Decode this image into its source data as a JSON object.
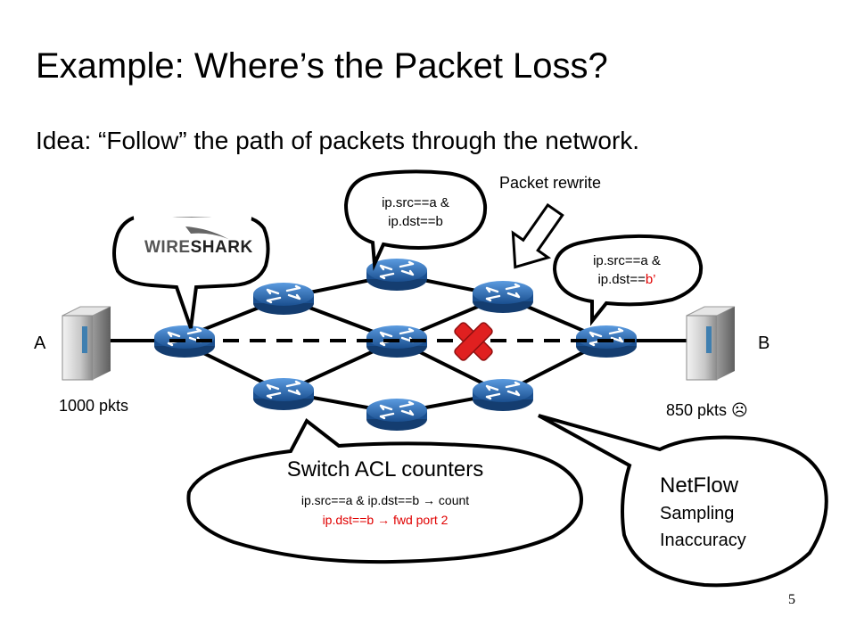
{
  "title": "Example: Where’s the Packet Loss?",
  "subtitle": "Idea: “Follow” the path of packets through the network.",
  "page_number": "5",
  "hosts": {
    "a": {
      "label": "A",
      "count": "1000 pkts"
    },
    "b": {
      "label": "B",
      "count": "850 pkts ☹"
    }
  },
  "wireshark": {
    "text_a": "WIRE",
    "text_b": "SHARK"
  },
  "top_bubble": {
    "line1": "ip.src==a &",
    "line2": "ip.dst==b"
  },
  "rewrite": {
    "label": "Packet rewrite",
    "line1": "ip.src==a &",
    "line2_prefix": "ip.dst==",
    "line2_highlight": "b’"
  },
  "acl": {
    "title": "Switch ACL counters",
    "rule1_prefix": "ip.src==a & ip.dst==b ",
    "rule1_arrow": "→",
    "rule1_suffix": " count",
    "rule2_prefix": "ip.dst==b ",
    "rule2_arrow": "→",
    "rule2_suffix": " fwd port 2"
  },
  "netflow": {
    "title": "NetFlow",
    "line1": "Sampling",
    "line2": "Inaccuracy"
  },
  "colors": {
    "router": "#1f5fa8",
    "router_light": "#4a8fd4",
    "highlight_red": "#e00000",
    "drop_red": "#e02020"
  }
}
